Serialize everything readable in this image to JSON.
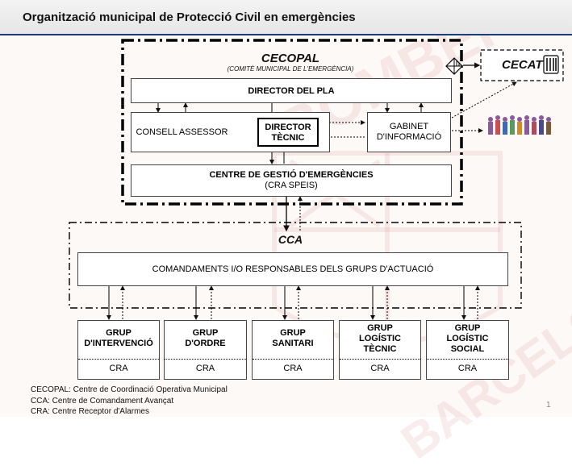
{
  "header": {
    "title": "Organització municipal de Protecció Civil en emergències"
  },
  "cecopal": {
    "title": "CECOPAL",
    "subtitle": "(COMITÈ MUNICIPAL DE L'EMERGÈNCIA)"
  },
  "cecat": {
    "label": "CECAT"
  },
  "director_pla": "DIRECTOR DEL PLA",
  "consell": "CONSELL ASSESSOR",
  "director_tecnic": {
    "line1": "DIRECTOR",
    "line2": "TÈCNIC"
  },
  "gabinet": {
    "line1": "GABINET",
    "line2": "D'INFORMACIÓ"
  },
  "centre": {
    "line1": "CENTRE DE GESTIÓ D'EMERGÈNCIES",
    "line2": "(CRA SPEIS)"
  },
  "cca": {
    "title": "CCA",
    "comandaments": "COMANDAMENTS I/O RESPONSABLES DELS GRUPS D'ACTUACIÓ"
  },
  "groups": [
    {
      "line1": "GRUP",
      "line2": "D'INTERVENCIÓ",
      "line3": "",
      "cra": "CRA"
    },
    {
      "line1": "GRUP",
      "line2": "D'ORDRE",
      "line3": "",
      "cra": "CRA"
    },
    {
      "line1": "GRUP",
      "line2": "SANITARI",
      "line3": "",
      "cra": "CRA"
    },
    {
      "line1": "GRUP",
      "line2": "LOGÍSTIC",
      "line3": "TÈCNIC",
      "cra": "CRA"
    },
    {
      "line1": "GRUP",
      "line2": "LOGÍSTIC",
      "line3": "SOCIAL",
      "cra": "CRA"
    }
  ],
  "footer": {
    "line1": "CECOPAL: Centre de Coordinació Operativa Municipal",
    "line2": "CCA: Centre de Comandament Avançat",
    "line3": "CRA: Centre Receptor d'Alarmes"
  },
  "page_number": "1",
  "watermark": {
    "text1": "BOMBERS",
    "text2": "BARCELONA"
  },
  "colors": {
    "header_rule": "#1e3c78",
    "watermark": "#d79696",
    "people": "#8a5a9a"
  }
}
